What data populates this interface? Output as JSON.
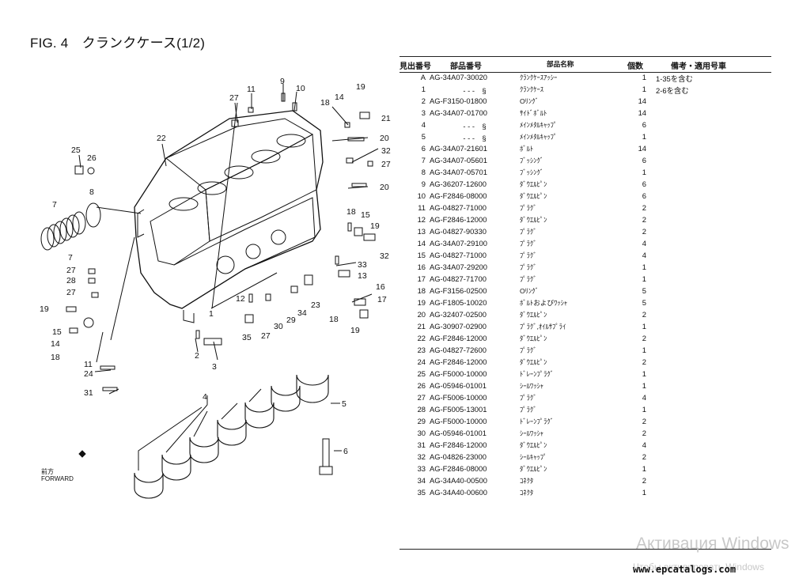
{
  "figure": {
    "title": "FIG. 4　クランクケース(1/2)",
    "forward_kanji": "前方",
    "forward_label": "FORWARD"
  },
  "table": {
    "headers": {
      "ref": "見出番号",
      "part_no": "部品番号",
      "name": "部品名称",
      "qty": "個数",
      "remarks": "備考・適用号車"
    },
    "rows": [
      {
        "ref": "A",
        "part_no": "AG-34A07-30020",
        "name": "ｸﾗﾝｸｹｰｽｱｯｼｰ",
        "qty": "1",
        "remarks": "1-35を含む"
      },
      {
        "ref": "1",
        "part_no": "- - -　§",
        "name": "ｸﾗﾝｸｹｰｽ",
        "qty": "1",
        "remarks": "2-6を含む",
        "center": true
      },
      {
        "ref": "2",
        "part_no": "AG-F3150-01800",
        "name": "Oﾘﾝｸﾞ",
        "qty": "14",
        "remarks": ""
      },
      {
        "ref": "3",
        "part_no": "AG-34A07-01700",
        "name": "ｻｲﾄﾞﾎﾞﾙﾄ",
        "qty": "14",
        "remarks": ""
      },
      {
        "ref": "4",
        "part_no": "- - -　§",
        "name": "ﾒｲﾝﾒﾀﾙｷｬｯﾌﾟ",
        "qty": "6",
        "remarks": "",
        "center": true
      },
      {
        "ref": "5",
        "part_no": "- - -　§",
        "name": "ﾒｲﾝﾒﾀﾙｷｬｯﾌﾟ",
        "qty": "1",
        "remarks": "",
        "center": true
      },
      {
        "ref": "6",
        "part_no": "AG-34A07-21601",
        "name": "ﾎﾞﾙﾄ",
        "qty": "14",
        "remarks": ""
      },
      {
        "ref": "7",
        "part_no": "AG-34A07-05601",
        "name": "ﾌﾞｯｼﾝｸﾞ",
        "qty": "6",
        "remarks": ""
      },
      {
        "ref": "8",
        "part_no": "AG-34A07-05701",
        "name": "ﾌﾞｯｼﾝｸﾞ",
        "qty": "1",
        "remarks": ""
      },
      {
        "ref": "9",
        "part_no": "AG-36207-12600",
        "name": "ﾀﾞｳｴﾙﾋﾟﾝ",
        "qty": "6",
        "remarks": ""
      },
      {
        "ref": "10",
        "part_no": "AG-F2846-08000",
        "name": "ﾀﾞｳｴﾙﾋﾟﾝ",
        "qty": "6",
        "remarks": ""
      },
      {
        "ref": "11",
        "part_no": "AG-04827-71000",
        "name": "ﾌﾟﾗｸﾞ",
        "qty": "2",
        "remarks": ""
      },
      {
        "ref": "12",
        "part_no": "AG-F2846-12000",
        "name": "ﾀﾞｳｴﾙﾋﾟﾝ",
        "qty": "2",
        "remarks": ""
      },
      {
        "ref": "13",
        "part_no": "AG-04827-90330",
        "name": "ﾌﾟﾗｸﾞ",
        "qty": "2",
        "remarks": ""
      },
      {
        "ref": "14",
        "part_no": "AG-34A07-29100",
        "name": "ﾌﾟﾗｸﾞ",
        "qty": "4",
        "remarks": ""
      },
      {
        "ref": "15",
        "part_no": "AG-04827-71000",
        "name": "ﾌﾟﾗｸﾞ",
        "qty": "4",
        "remarks": ""
      },
      {
        "ref": "16",
        "part_no": "AG-34A07-29200",
        "name": "ﾌﾟﾗｸﾞ",
        "qty": "1",
        "remarks": ""
      },
      {
        "ref": "17",
        "part_no": "AG-04827-71700",
        "name": "ﾌﾟﾗｸﾞ",
        "qty": "1",
        "remarks": ""
      },
      {
        "ref": "18",
        "part_no": "AG-F3156-02500",
        "name": "Oﾘﾝｸﾞ",
        "qty": "5",
        "remarks": ""
      },
      {
        "ref": "19",
        "part_no": "AG-F1805-10020",
        "name": "ﾎﾞﾙﾄおよびﾜｯｼｬ",
        "qty": "5",
        "remarks": ""
      },
      {
        "ref": "20",
        "part_no": "AG-32407-02500",
        "name": "ﾀﾞｳｴﾙﾋﾟﾝ",
        "qty": "2",
        "remarks": ""
      },
      {
        "ref": "21",
        "part_no": "AG-30907-02900",
        "name": "ﾌﾟﾗｸﾞ,ｵｲﾙｻﾌﾟﾗｲ",
        "qty": "1",
        "remarks": ""
      },
      {
        "ref": "22",
        "part_no": "AG-F2846-12000",
        "name": "ﾀﾞｳｴﾙﾋﾟﾝ",
        "qty": "2",
        "remarks": ""
      },
      {
        "ref": "23",
        "part_no": "AG-04827-72600",
        "name": "ﾌﾟﾗｸﾞ",
        "qty": "1",
        "remarks": ""
      },
      {
        "ref": "24",
        "part_no": "AG-F2846-12000",
        "name": "ﾀﾞｳｴﾙﾋﾟﾝ",
        "qty": "2",
        "remarks": ""
      },
      {
        "ref": "25",
        "part_no": "AG-F5000-10000",
        "name": "ﾄﾞﾚｰﾝﾌﾟﾗｸﾞ",
        "qty": "1",
        "remarks": ""
      },
      {
        "ref": "26",
        "part_no": "AG-05946-01001",
        "name": "ｼｰﾙﾜｯｼｬ",
        "qty": "1",
        "remarks": ""
      },
      {
        "ref": "27",
        "part_no": "AG-F5006-10000",
        "name": "ﾌﾟﾗｸﾞ",
        "qty": "4",
        "remarks": ""
      },
      {
        "ref": "28",
        "part_no": "AG-F5005-13001",
        "name": "ﾌﾟﾗｸﾞ",
        "qty": "1",
        "remarks": ""
      },
      {
        "ref": "29",
        "part_no": "AG-F5000-10000",
        "name": "ﾄﾞﾚｰﾝﾌﾟﾗｸﾞ",
        "qty": "2",
        "remarks": ""
      },
      {
        "ref": "30",
        "part_no": "AG-05946-01001",
        "name": "ｼｰﾙﾜｯｼｬ",
        "qty": "2",
        "remarks": ""
      },
      {
        "ref": "31",
        "part_no": "AG-F2846-12000",
        "name": "ﾀﾞｳｴﾙﾋﾟﾝ",
        "qty": "4",
        "remarks": ""
      },
      {
        "ref": "32",
        "part_no": "AG-04826-23000",
        "name": "ｼｰﾙｷｬｯﾌﾟ",
        "qty": "2",
        "remarks": ""
      },
      {
        "ref": "33",
        "part_no": "AG-F2846-08000",
        "name": "ﾀﾞｳｴﾙﾋﾟﾝ",
        "qty": "1",
        "remarks": ""
      },
      {
        "ref": "34",
        "part_no": "AG-34A40-00500",
        "name": "ｺﾈｸﾀ",
        "qty": "2",
        "remarks": ""
      },
      {
        "ref": "35",
        "part_no": "AG-34A40-00600",
        "name": "ｺﾈｸﾀ",
        "qty": "1",
        "remarks": ""
      }
    ]
  },
  "callouts": [
    "11",
    "9",
    "10",
    "27",
    "19",
    "14",
    "18",
    "21",
    "20",
    "32",
    "27",
    "20",
    "22",
    "25",
    "26",
    "8",
    "7",
    "7",
    "27",
    "28",
    "27",
    "19",
    "15",
    "14",
    "18",
    "11",
    "24",
    "31",
    "1",
    "12",
    "35",
    "27",
    "30",
    "29",
    "34",
    "23",
    "2",
    "3",
    "18",
    "15",
    "19",
    "32",
    "33",
    "13",
    "16",
    "17",
    "18",
    "19",
    "4",
    "5",
    "6"
  ],
  "watermark": {
    "line1": "Активация Windows",
    "line2": "Чтобы активировать Windows"
  },
  "site": "www.epcatalogs.com"
}
